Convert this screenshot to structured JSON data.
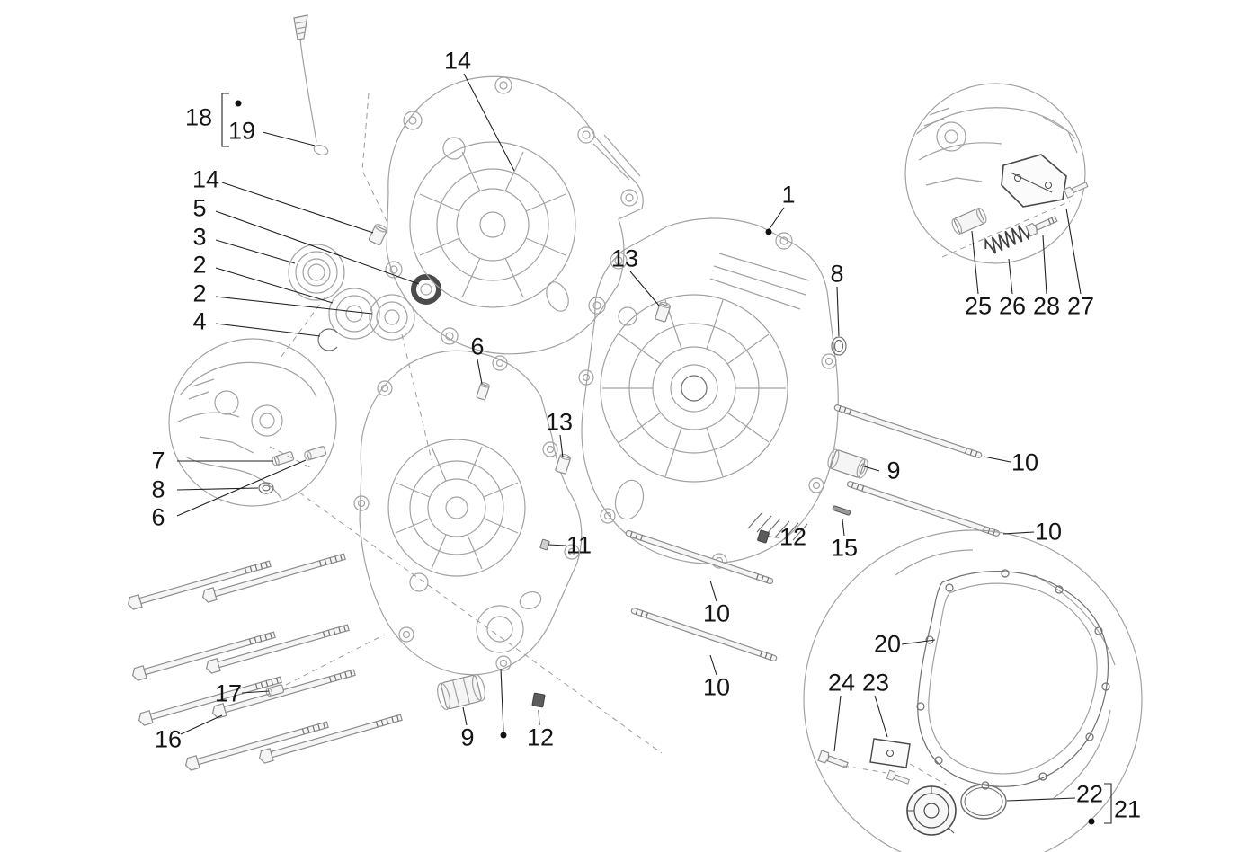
{
  "diagram": {
    "kind": "exploded-parts-diagram",
    "subject": "engine-crankcase-assembly"
  },
  "colors": {
    "background": "#ffffff",
    "line_art": "#a2a2a2",
    "dark_parts": "#5c5c5c",
    "callout_text": "#151515",
    "leader_line": "#222222"
  },
  "callouts": [
    {
      "id": "18",
      "label": "18"
    },
    {
      "id": "19",
      "label": "19"
    },
    {
      "id": "14-top",
      "label": "14"
    },
    {
      "id": "14-left",
      "label": "14"
    },
    {
      "id": "5",
      "label": "5"
    },
    {
      "id": "3",
      "label": "3"
    },
    {
      "id": "2-upper",
      "label": "2"
    },
    {
      "id": "2-lower",
      "label": "2"
    },
    {
      "id": "4",
      "label": "4"
    },
    {
      "id": "1",
      "label": "1"
    },
    {
      "id": "13-upper",
      "label": "13"
    },
    {
      "id": "8-right",
      "label": "8"
    },
    {
      "id": "6-center",
      "label": "6"
    },
    {
      "id": "13-lower",
      "label": "13"
    },
    {
      "id": "7",
      "label": "7"
    },
    {
      "id": "8-left",
      "label": "8"
    },
    {
      "id": "6-left",
      "label": "6"
    },
    {
      "id": "11",
      "label": "11"
    },
    {
      "id": "12-right",
      "label": "12"
    },
    {
      "id": "9-right",
      "label": "9"
    },
    {
      "id": "10-a",
      "label": "10"
    },
    {
      "id": "10-b",
      "label": "10"
    },
    {
      "id": "15",
      "label": "15"
    },
    {
      "id": "10-c",
      "label": "10"
    },
    {
      "id": "10-d",
      "label": "10"
    },
    {
      "id": "17",
      "label": "17"
    },
    {
      "id": "16",
      "label": "16"
    },
    {
      "id": "9-bottom",
      "label": "9"
    },
    {
      "id": "12-bottom",
      "label": "12"
    },
    {
      "id": "25",
      "label": "25"
    },
    {
      "id": "26",
      "label": "26"
    },
    {
      "id": "28",
      "label": "28"
    },
    {
      "id": "27",
      "label": "27"
    },
    {
      "id": "20",
      "label": "20"
    },
    {
      "id": "24",
      "label": "24"
    },
    {
      "id": "23",
      "label": "23"
    },
    {
      "id": "22",
      "label": "22"
    },
    {
      "id": "21",
      "label": "21"
    }
  ]
}
